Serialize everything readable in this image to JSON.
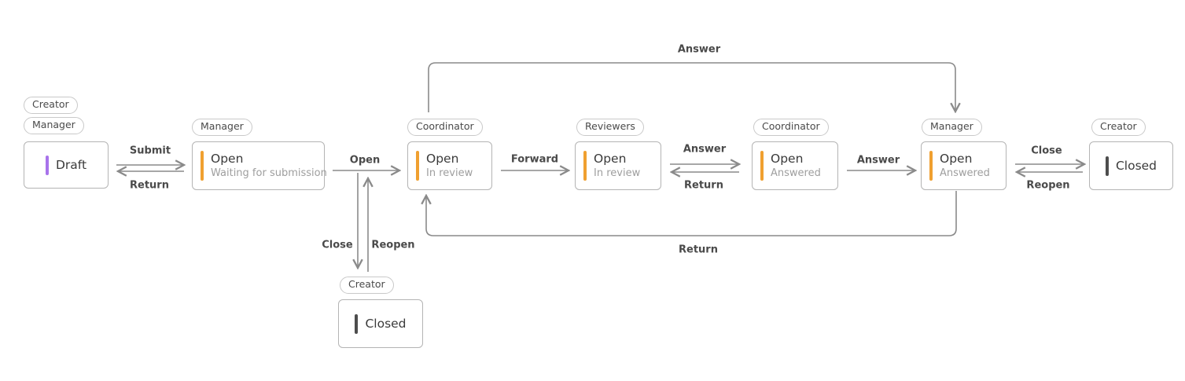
{
  "colors": {
    "bar_purple": "#a873eb",
    "bar_orange": "#f0a030",
    "bar_gray": "#4d4d4d",
    "line": "#8a8a8a",
    "box_border": "#b4b4b4",
    "pill_border": "#c9c9c9",
    "label_text": "#4a4a4a",
    "title_text": "#3a3a3a",
    "subtitle_text": "#9e9e9e"
  },
  "states": [
    {
      "title": "Draft"
    },
    {
      "title": "Open",
      "subtitle": "Waiting for submission"
    },
    {
      "title": "Open",
      "subtitle": "In review"
    },
    {
      "title": "Open",
      "subtitle": "In review"
    },
    {
      "title": "Open",
      "subtitle": "Answered"
    },
    {
      "title": "Open",
      "subtitle": "Answered"
    },
    {
      "title": "Closed"
    },
    {
      "title": "Closed"
    }
  ],
  "role_badges": [
    {
      "label": "Creator"
    },
    {
      "label": "Manager"
    },
    {
      "label": "Manager"
    },
    {
      "label": "Coordinator"
    },
    {
      "label": "Reviewers"
    },
    {
      "label": "Coordinator"
    },
    {
      "label": "Manager"
    },
    {
      "label": "Creator"
    },
    {
      "label": "Creator"
    }
  ],
  "transitions": [
    {
      "label": "Submit"
    },
    {
      "label": "Return"
    },
    {
      "label": "Open"
    },
    {
      "label": "Forward"
    },
    {
      "label": "Answer"
    },
    {
      "label": "Return"
    },
    {
      "label": "Answer"
    },
    {
      "label": "Close"
    },
    {
      "label": "Reopen"
    },
    {
      "label": "Answer"
    },
    {
      "label": "Return"
    },
    {
      "label": "Close"
    },
    {
      "label": "Reopen"
    }
  ]
}
